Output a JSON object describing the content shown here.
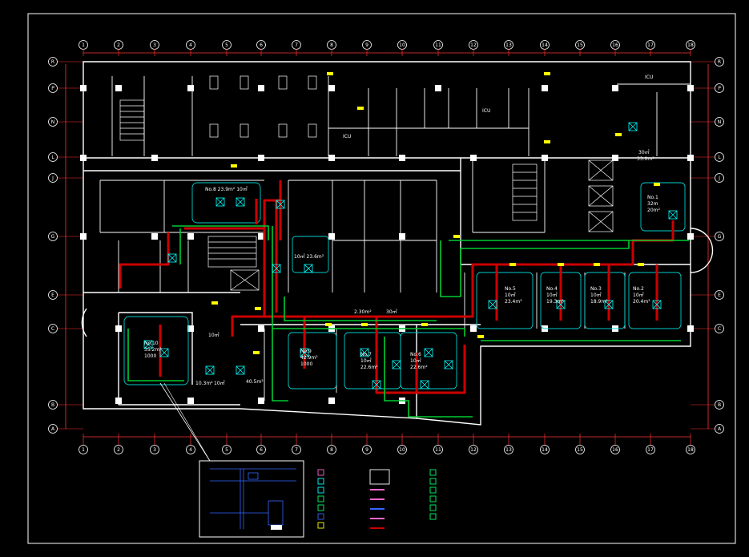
{
  "colors": {
    "wall": "#ffffff",
    "axis": "#ff3333",
    "supply_duct": "#cc0000",
    "fresh_duct": "#00cc33",
    "room_outline": "#00cccc",
    "equipment": "#00ffff",
    "valve": "#ffff00",
    "legend_frame": "#ffffff",
    "detail_blue": "#3366ff"
  },
  "axes_columns": [
    "1",
    "2",
    "3",
    "4",
    "5",
    "6",
    "7",
    "8",
    "9",
    "10",
    "11",
    "12",
    "13",
    "14",
    "15",
    "16",
    "17",
    "18"
  ],
  "axes_rows": [
    "R",
    "P",
    "N",
    "L",
    "J",
    "G",
    "E",
    "C",
    "B",
    "A"
  ],
  "rooms": {
    "no1": {
      "label": "No.1",
      "line1": "32m",
      "line2": "20m²"
    },
    "no2": {
      "label": "No.2",
      "line1": "10㎡",
      "line2": "20.4m²"
    },
    "no3": {
      "label": "No.3",
      "line1": "10㎡",
      "line2": "18.9m²"
    },
    "no4": {
      "label": "No.4",
      "line1": "10㎡",
      "line2": "19.3m²"
    },
    "no5": {
      "label": "No.5",
      "line1": "10㎡",
      "line2": "23.4m²"
    },
    "no6": {
      "label": "No.6",
      "line1": "10㎡",
      "line2": "22.6m²"
    },
    "no7": {
      "label": "No.7",
      "line1": "10㎡",
      "line2": "22.6m²"
    },
    "no8": {
      "label": "No.8",
      "line1": "23.9m²",
      "line2": "10㎡"
    },
    "no9": {
      "label": "No.9",
      "line1": "42.9m²",
      "line2": "1000"
    },
    "no10": {
      "label": "No.10",
      "line1": "35.2m²",
      "line2": "1000"
    }
  },
  "texts": {
    "icu_top_right": "ICU",
    "icu_mid": "ICU",
    "icu_left": "ICU",
    "area1": "30㎡",
    "area2": "33.0m²",
    "area3": "10㎡  23.6m²",
    "area4": "2.30m²",
    "area5": "30㎡",
    "area6": "10.3m²",
    "area7": "10㎡",
    "area8": "40.5m²",
    "area9": "10㎡"
  },
  "legend": {
    "items_left": [
      "",
      "",
      "",
      "",
      "",
      "",
      ""
    ],
    "items_mid": [
      "",
      "",
      "",
      "",
      ""
    ],
    "items_right": [
      "",
      "",
      "",
      "",
      "",
      ""
    ]
  }
}
